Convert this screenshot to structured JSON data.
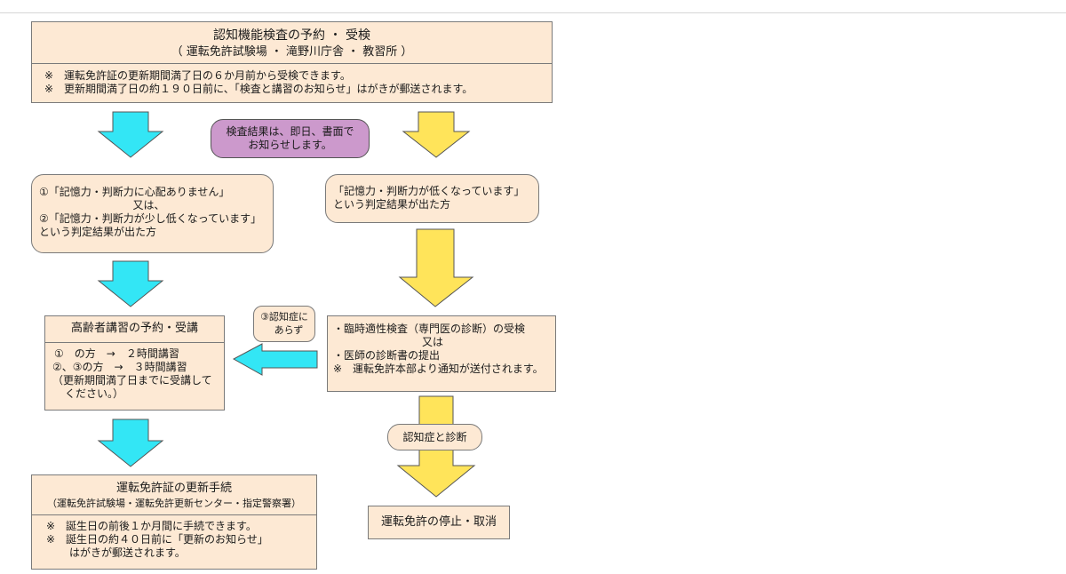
{
  "colors": {
    "cyan": "#33e6f5",
    "yellow": "#ffe45a",
    "peach": "#fde9d4",
    "purple": "#cc99cc"
  },
  "top": {
    "title": "認知機能検査の予約 ・ 受検",
    "subtitle": "（ 運転免許試験場 ・ 滝野川庁舎 ・ 教習所 ）",
    "note1": "※　運転免許証の更新期間満了日の６か月前から受検できます。",
    "note2": "※　更新期間満了日の約１９０日前に、「検査と講習のお知らせ」はがきが郵送されます。"
  },
  "result_note": {
    "line1": "検査結果は、即日、書面で",
    "line2": "お知らせします。"
  },
  "left_result": {
    "line1": "①「記憶力・判断力に心配ありません」",
    "line2": "又は、",
    "line3": "②「記憶力・判断力が少し低くなっています」",
    "line4": "という判定結果が出た方"
  },
  "right_result": {
    "line1": "「記憶力・判断力が低くなっています」",
    "line2": "という判定結果が出た方"
  },
  "lecture": {
    "title": "高齢者講習の予約・受講",
    "line1": "①　の方　→　２時間講習",
    "line2": "②、③の方　→　３時間講習",
    "line3": "（更新期間満了日までに受講して",
    "line4": "ください。）"
  },
  "not_dementia": {
    "line1": "③認知症に",
    "line2": "あらず"
  },
  "exam": {
    "line1": "・臨時適性検査（専門医の診断）の受検",
    "line2": "又は",
    "line3": "・医師の診断書の提出",
    "line4": "※　運転免許本部より通知が送付されます。"
  },
  "dementia_label": "認知症と診断",
  "suspension": "運転免許の停止・取消",
  "renewal": {
    "title": "運転免許証の更新手続",
    "subtitle": "（運転免許試験場・運転免許更新センター・指定警察署）",
    "note1": "※　誕生日の前後１か月間に手続できます。",
    "note2": "※　誕生日の約４０日前に「更新のお知らせ」",
    "note3": "はがきが郵送されます。"
  }
}
